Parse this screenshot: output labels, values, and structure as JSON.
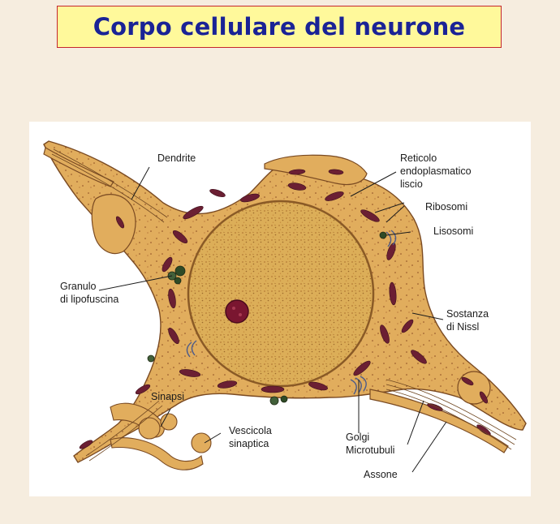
{
  "title": "Corpo cellulare del neurone",
  "labels": {
    "dendrite": "Dendrite",
    "reticolo_1": "Reticolo",
    "reticolo_2": "endoplasmatico",
    "reticolo_3": "liscio",
    "ribosomi": "Ribosomi",
    "lisosomi": "Lisosomi",
    "granulo_1": "Granulo",
    "granulo_2": "di lipofuscina",
    "sostanza_1": "Sostanza",
    "sostanza_2": "di Nissl",
    "sinapsi": "Sinapsi",
    "vescicola_1": "Vescicola",
    "vescicola_2": "sinaptica",
    "golgi": "Golgi",
    "microtubuli": "Microtubuli",
    "assone": "Assone"
  },
  "colors": {
    "title_bg": "#fff99b",
    "title_border": "#c4262e",
    "title_text": "#1a2396",
    "cytoplasm": "#e3b15e",
    "nucleus": "#dbae57",
    "nucleolus": "#7a1630",
    "organelle": "#6b1f33"
  }
}
